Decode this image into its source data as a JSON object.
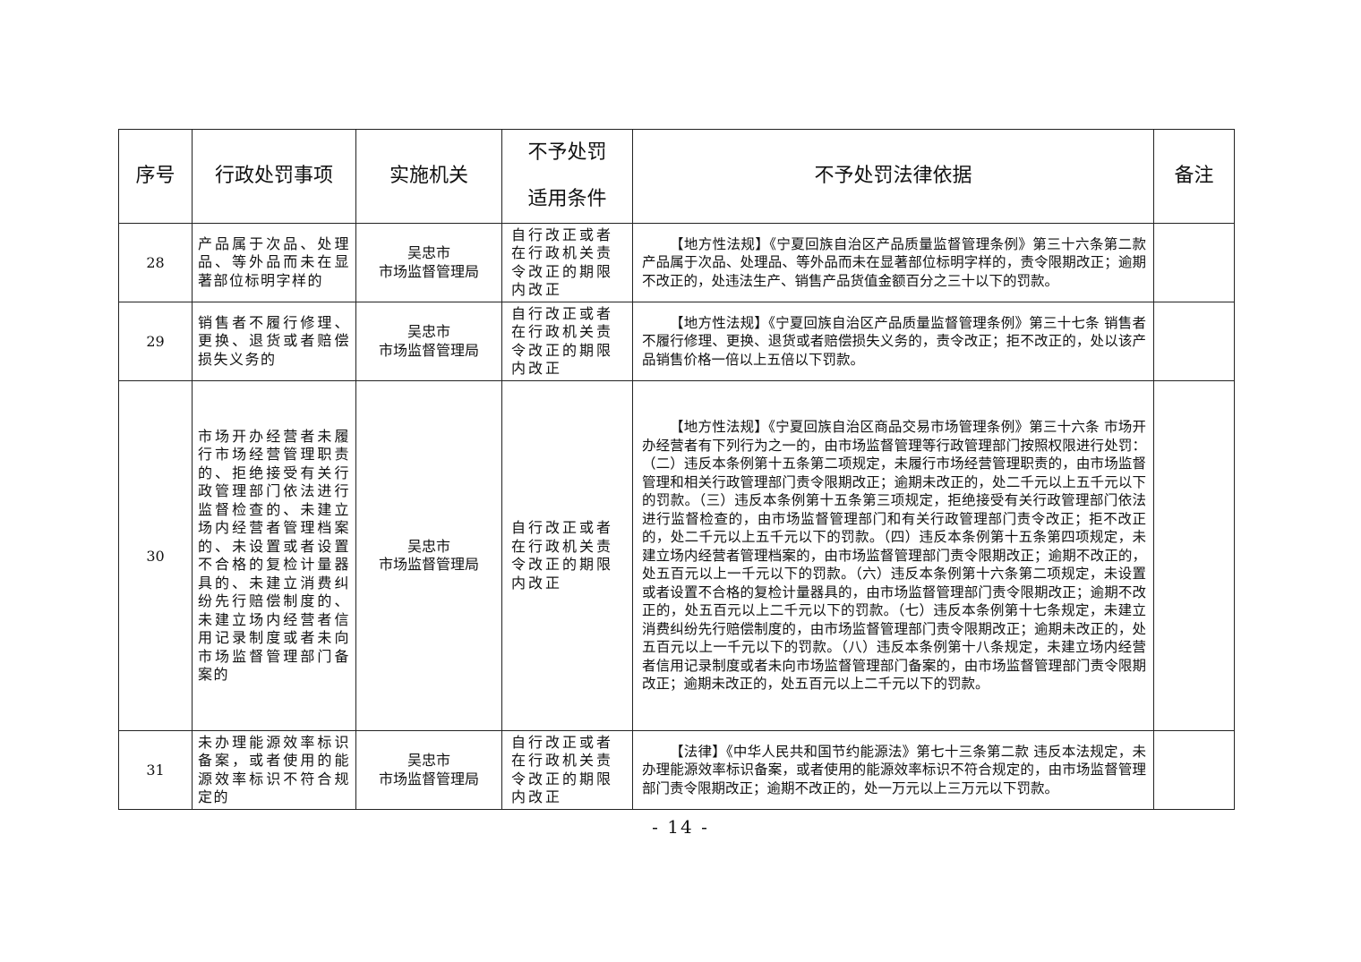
{
  "table": {
    "headers": {
      "no": "序号",
      "item": "行政处罚事项",
      "org": "实施机关",
      "cond_line1": "不予处罚",
      "cond_line2": "适用条件",
      "law": "不予处罚法律依据",
      "note": "备注"
    },
    "rows": [
      {
        "no": "28",
        "item": "产品属于次品、处理品、等外品而未在显著部位标明字样的",
        "org_line1": "吴忠市",
        "org_line2": "市场监督管理局",
        "condition": "自行改正或者在行政机关责令改正的期限内改正",
        "law": "【地方性法规】《宁夏回族自治区产品质量监督管理条例》第三十六条第二款 产品属于次品、处理品、等外品而未在显著部位标明字样的，责令限期改正；逾期不改正的，处违法生产、销售产品货值金额百分之三十以下的罚款。",
        "note": ""
      },
      {
        "no": "29",
        "item": "销售者不履行修理、更换、退货或者赔偿损失义务的",
        "org_line1": "吴忠市",
        "org_line2": "市场监督管理局",
        "condition": "自行改正或者在行政机关责令改正的期限内改正",
        "law": "【地方性法规】《宁夏回族自治区产品质量监督管理条例》第三十七条 销售者不履行修理、更换、退货或者赔偿损失义务的，责令改正；拒不改正的，处以该产品销售价格一倍以上五倍以下罚款。",
        "note": ""
      },
      {
        "no": "30",
        "item": "市场开办经营者未履行市场经营管理职责的、拒绝接受有关行政管理部门依法进行监督检查的、未建立场内经营者管理档案的、未设置或者设置不合格的复检计量器具的、未建立消费纠纷先行赔偿制度的、未建立场内经营者信用记录制度或者未向市场监督管理部门备案的",
        "org_line1": "吴忠市",
        "org_line2": "市场监督管理局",
        "condition": "自行改正或者在行政机关责令改正的期限内改正",
        "law": "【地方性法规】《宁夏回族自治区商品交易市场管理条例》第三十六条 市场开办经营者有下列行为之一的，由市场监督管理等行政管理部门按照权限进行处罚：（二）违反本条例第十五条第二项规定，未履行市场经营管理职责的，由市场监督管理和相关行政管理部门责令限期改正；逾期未改正的，处二千元以上五千元以下的罚款。（三）违反本条例第十五条第三项规定，拒绝接受有关行政管理部门依法进行监督检查的，由市场监督管理部门和有关行政管理部门责令改正；拒不改正的，处二千元以上五千元以下的罚款。（四）违反本条例第十五条第四项规定，未建立场内经营者管理档案的，由市场监督管理部门责令限期改正；逾期不改正的，处五百元以上一千元以下的罚款。（六）违反本条例第十六条第二项规定，未设置或者设置不合格的复检计量器具的，由市场监督管理部门责令限期改正；逾期不改正的，处五百元以上二千元以下的罚款。（七）违反本条例第十七条规定，未建立消费纠纷先行赔偿制度的，由市场监督管理部门责令限期改正；逾期未改正的，处五百元以上一千元以下的罚款。（八）违反本条例第十八条规定，未建立场内经营者信用记录制度或者未向市场监督管理部门备案的，由市场监督管理部门责令限期改正；逾期未改正的，处五百元以上二千元以下的罚款。",
        "note": ""
      },
      {
        "no": "31",
        "item": "未办理能源效率标识备案，或者使用的能源效率标识不符合规定的",
        "org_line1": "吴忠市",
        "org_line2": "市场监督管理局",
        "condition": "自行改正或者在行政机关责令改正的期限内改正",
        "law": "【法律】《中华人民共和国节约能源法》第七十三条第二款 违反本法规定，未办理能源效率标识备案，或者使用的能源效率标识不符合规定的，由市场监督管理部门责令限期改正；逾期不改正的，处一万元以上三万元以下罚款。",
        "note": ""
      }
    ]
  },
  "footer": {
    "page_number": "- 14 -"
  }
}
